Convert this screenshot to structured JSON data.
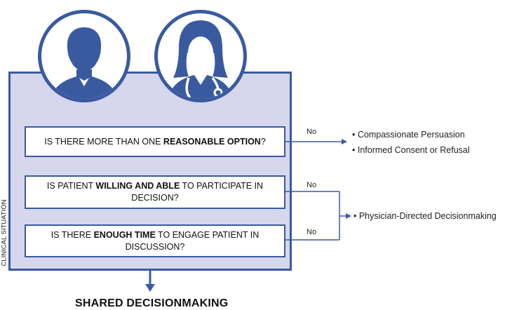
{
  "side_label": "CLINICAL SITUATION",
  "questions": [
    {
      "prefix": "IS THERE MORE THAN ONE ",
      "bold": "REASONABLE OPTION",
      "suffix": "?"
    },
    {
      "prefix": "IS PATIENT ",
      "bold": "WILLING AND ABLE",
      "suffix": " TO PARTICIPATE IN DECISION?"
    },
    {
      "prefix": "IS THERE ",
      "bold": "ENOUGH TIME",
      "suffix": " TO ENGAGE PATIENT IN DISCUSSION?"
    }
  ],
  "no_labels": [
    "No",
    "No",
    "No"
  ],
  "outcomes": {
    "persuasion": "• Compassionate Persuasion",
    "consent": "• Informed Consent or Refusal",
    "physician": "• Physician-Directed Decisionmaking"
  },
  "final_label": "SHARED DECISIONMAKING",
  "colors": {
    "accent": "#3a5aa0",
    "panel": "#d6d6ec"
  },
  "icons": [
    "patient-icon",
    "physician-icon"
  ]
}
